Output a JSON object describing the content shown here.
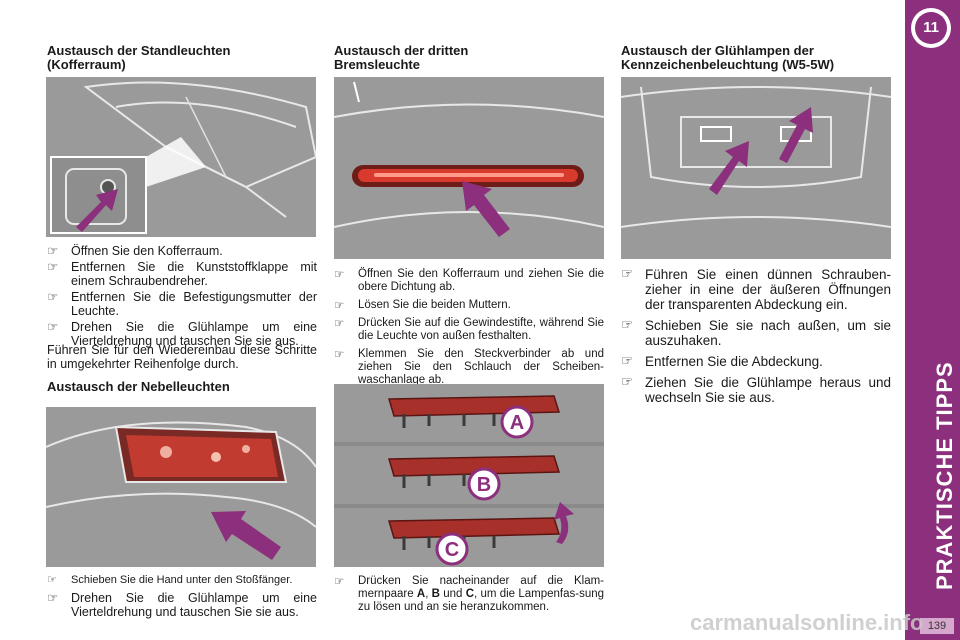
{
  "sidebar": {
    "chapter": "11",
    "title": "PRAKTISCHE TIPPS",
    "page_number": "139",
    "color": "#8c2f7d"
  },
  "watermark": "carmanualsonline.info",
  "bullet_glyph": "☞",
  "col1": {
    "heading1": "Austausch der Standleuchten (Kofferraum)",
    "steps1": [
      "Öffnen Sie den Kofferraum.",
      "Entfernen Sie die Kunststoffklappe mit einem Schraubendreher.",
      "Entfernen Sie die Befestigungsmutter der Leuchte.",
      "Drehen Sie die Glühlampe um eine Vierteldrehung und tauschen Sie sie aus."
    ],
    "para1": "Führen Sie für den Wiedereinbau diese Schritte in umgekehrter Reihenfolge durch.",
    "heading2": "Austausch der Nebelleuchten",
    "steps2": [
      "Schieben Sie die Hand unter den Stoßfänger.",
      "Drehen Sie die Glühlampe um eine Vierteldrehung und tauschen Sie sie aus."
    ]
  },
  "col2": {
    "heading": "Austausch der dritten Bremsleuchte",
    "steps1": [
      "Öffnen Sie den Kofferraum und ziehen Sie die obere Dichtung ab.",
      "Lösen Sie die beiden Muttern.",
      "Drücken Sie auf die Gewindestifte, während Sie die Leuchte von außen festhalten.",
      "Klemmen Sie den Steckverbinder ab und ziehen Sie den Schlauch der Scheiben-waschanlage ab."
    ],
    "labels": [
      "A",
      "B",
      "C"
    ],
    "step2_pre": "Drücken Sie nacheinander auf die Klam-mernpaare ",
    "step2_a": "A",
    "step2_sep1": ", ",
    "step2_b": "B",
    "step2_und": " und ",
    "step2_c": "C",
    "step2_post": ", um die Lampenfas-sung zu lösen und an sie heranzukommen."
  },
  "col3": {
    "heading": "Austausch der Glühlampen der Kennzeichenbeleuchtung (W5-5W)",
    "steps": [
      "Führen Sie einen dünnen Schrauben-zieher in eine der äußeren Öffnungen der transparenten Abdeckung ein.",
      "Schieben Sie sie nach außen, um sie auszuhaken.",
      "Entfernen Sie die Abdeckung.",
      "Ziehen Sie die Glühlampe heraus und wechseln Sie sie aus."
    ]
  }
}
